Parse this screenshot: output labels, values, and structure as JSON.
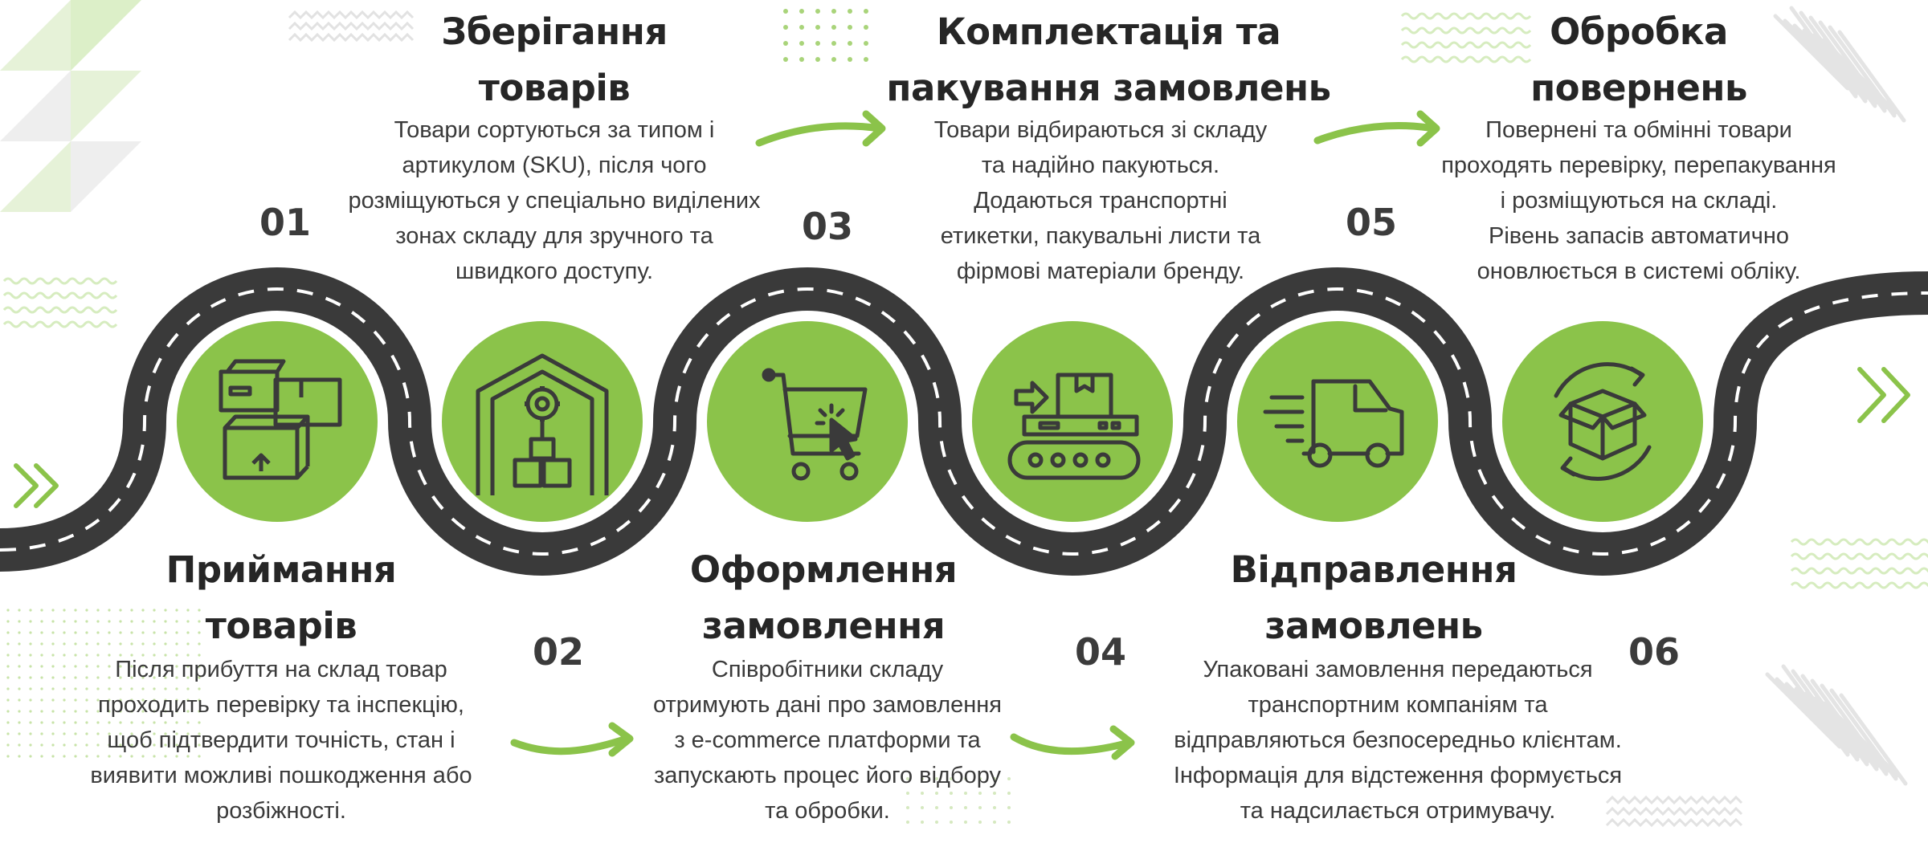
{
  "colors": {
    "accent": "#8bc34a",
    "road": "#3a3a3a",
    "text": "#333333"
  },
  "steps": [
    {
      "number": "01",
      "title": [
        "Приймання",
        "товарів"
      ],
      "description": [
        "Після прибуття на склад товар",
        "проходить перевірку та інспекцію,",
        "щоб підтвердити точність, стан і",
        "виявити можливі пошкодження або",
        "розбіжності."
      ],
      "icon": "stacked-boxes-icon"
    },
    {
      "number": "02",
      "title": [
        "Зберігання",
        "товарів"
      ],
      "description": [
        "Товари сортуються за типом і",
        "артикулом (SKU), після чого",
        "розміщуються у спеціально виділених",
        "зонах складу для зручного та",
        "швидкого доступу."
      ],
      "icon": "warehouse-icon"
    },
    {
      "number": "03",
      "title": [
        "Оформлення",
        "замовлення"
      ],
      "description": [
        "Співробітники складу",
        "отримують дані про замовлення",
        "з e-commerce платформи та",
        "запускають процес його відбору",
        "та обробки."
      ],
      "icon": "shopping-cart-icon"
    },
    {
      "number": "04",
      "title": [
        "Комплектація та",
        "пакування замовлень"
      ],
      "description": [
        "Товари відбираються зі складу",
        "та надійно пакуються.",
        "Додаються транспортні",
        "етикетки, пакувальні листи та",
        "фірмові матеріали бренду."
      ],
      "icon": "conveyor-icon"
    },
    {
      "number": "05",
      "title": [
        "Відправлення",
        "замовлень"
      ],
      "description": [
        "Упаковані замовлення передаються",
        "транспортним компаніям та",
        "відправляються безпосередньо клієнтам.",
        "Інформація для відстеження формується",
        "та надсилається отримувачу."
      ],
      "icon": "delivery-truck-icon"
    },
    {
      "number": "06",
      "title": [
        "Обробка",
        "повернень"
      ],
      "description": [
        "Повернені та обмінні товари",
        "проходять перевірку, перепакування",
        "і розміщуються на складі.",
        "Рівень запасів автоматично",
        "оновлюється в системі обліку."
      ],
      "icon": "return-box-icon"
    }
  ]
}
